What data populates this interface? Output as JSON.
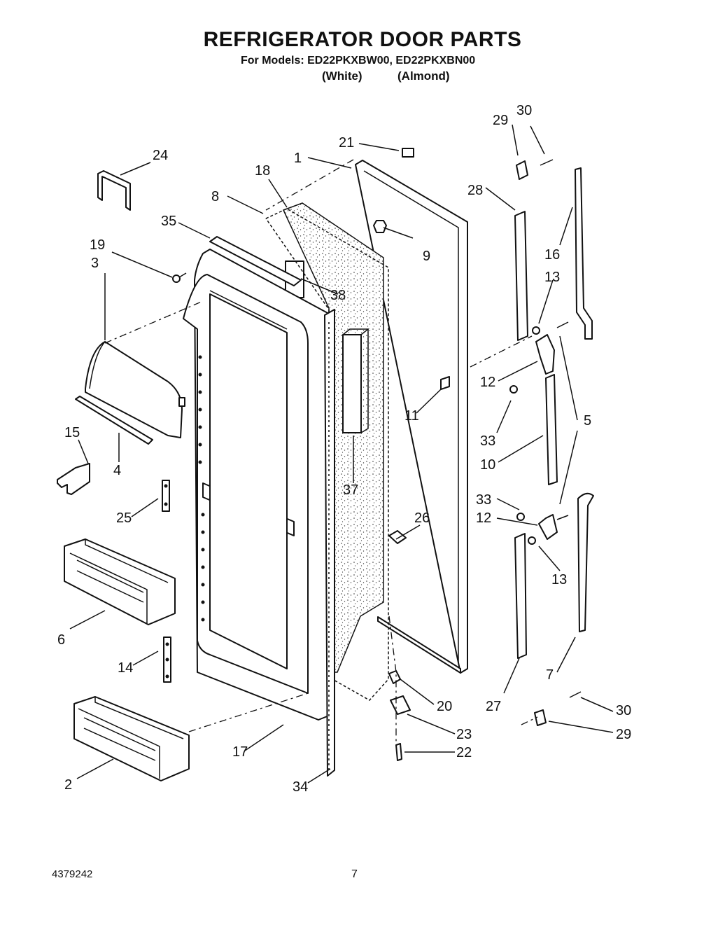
{
  "header": {
    "title": "REFRIGERATOR DOOR PARTS",
    "models_line": "For Models: ED22PKXBW00, ED22PKXBN00",
    "variant_white": "(White)",
    "variant_almond": "(Almond)"
  },
  "footer": {
    "doc_number": "4379242",
    "page_number": "7"
  },
  "callouts": [
    {
      "id": "c1",
      "label": "1"
    },
    {
      "id": "c2",
      "label": "2"
    },
    {
      "id": "c3",
      "label": "3"
    },
    {
      "id": "c4",
      "label": "4"
    },
    {
      "id": "c5",
      "label": "5"
    },
    {
      "id": "c6",
      "label": "6"
    },
    {
      "id": "c7",
      "label": "7"
    },
    {
      "id": "c8",
      "label": "8"
    },
    {
      "id": "c9",
      "label": "9"
    },
    {
      "id": "c10",
      "label": "10"
    },
    {
      "id": "c11",
      "label": "11"
    },
    {
      "id": "c12a",
      "label": "12"
    },
    {
      "id": "c12b",
      "label": "12"
    },
    {
      "id": "c13a",
      "label": "13"
    },
    {
      "id": "c13b",
      "label": "13"
    },
    {
      "id": "c14",
      "label": "14"
    },
    {
      "id": "c15",
      "label": "15"
    },
    {
      "id": "c16",
      "label": "16"
    },
    {
      "id": "c17",
      "label": "17"
    },
    {
      "id": "c18",
      "label": "18"
    },
    {
      "id": "c19",
      "label": "19"
    },
    {
      "id": "c20",
      "label": "20"
    },
    {
      "id": "c21",
      "label": "21"
    },
    {
      "id": "c22",
      "label": "22"
    },
    {
      "id": "c23",
      "label": "23"
    },
    {
      "id": "c24",
      "label": "24"
    },
    {
      "id": "c25",
      "label": "25"
    },
    {
      "id": "c26",
      "label": "26"
    },
    {
      "id": "c27",
      "label": "27"
    },
    {
      "id": "c28",
      "label": "28"
    },
    {
      "id": "c29a",
      "label": "29"
    },
    {
      "id": "c29b",
      "label": "29"
    },
    {
      "id": "c30a",
      "label": "30"
    },
    {
      "id": "c30b",
      "label": "30"
    },
    {
      "id": "c33a",
      "label": "33"
    },
    {
      "id": "c33b",
      "label": "33"
    },
    {
      "id": "c34",
      "label": "34"
    },
    {
      "id": "c35",
      "label": "35"
    },
    {
      "id": "c37",
      "label": "37"
    },
    {
      "id": "c38",
      "label": "38"
    }
  ]
}
